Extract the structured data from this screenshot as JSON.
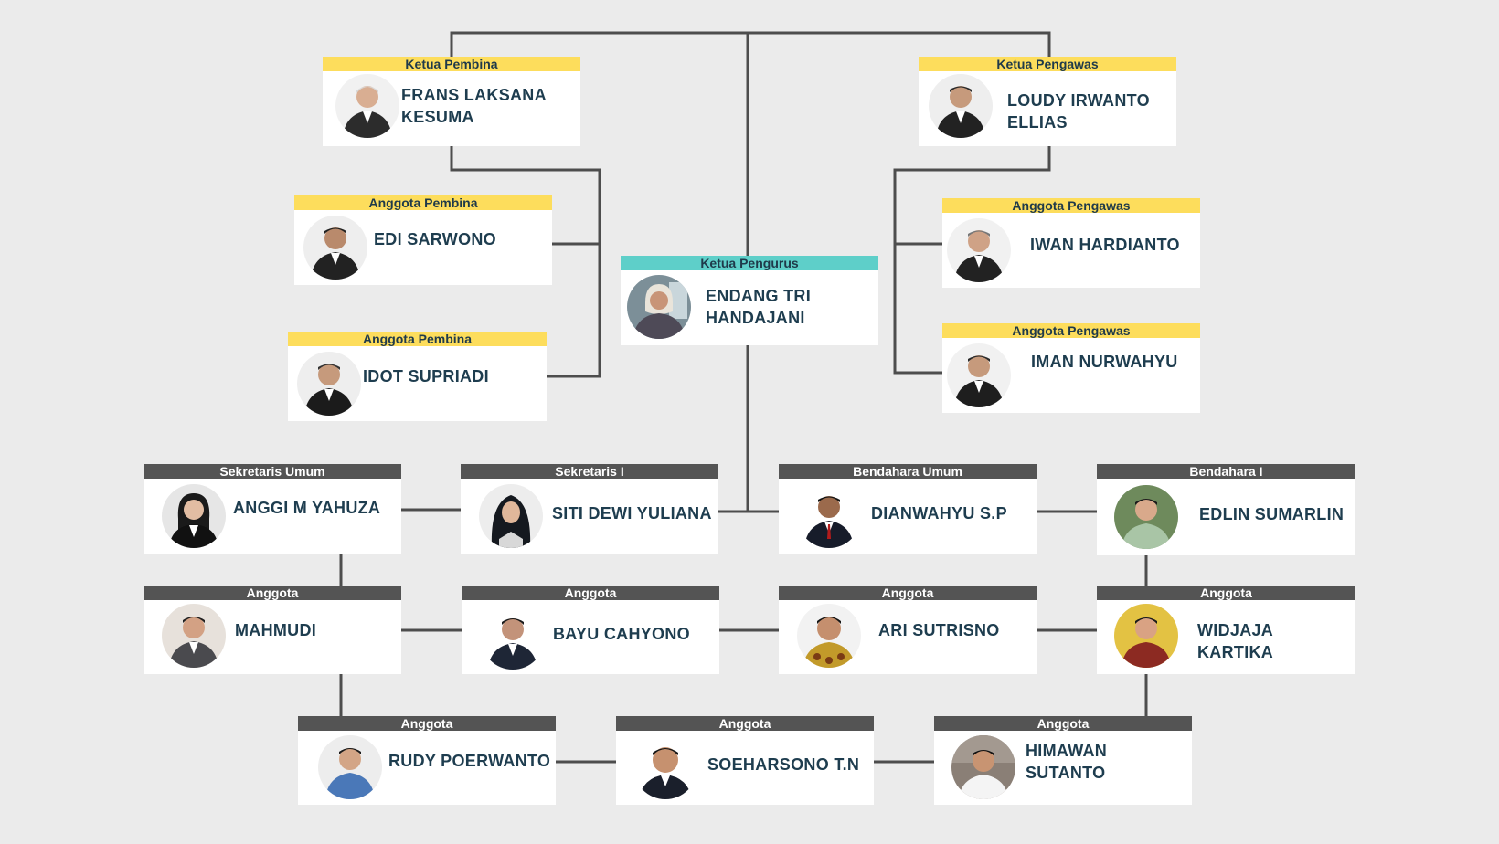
{
  "members": {
    "ketua_pembina": {
      "role": "Ketua Pembina",
      "name": "FRANS LAKSANA KESUMA"
    },
    "anggota_pembina_1": {
      "role": "Anggota Pembina",
      "name": "EDI SARWONO"
    },
    "anggota_pembina_2": {
      "role": "Anggota Pembina",
      "name": "IDOT SUPRIADI"
    },
    "ketua_pengurus": {
      "role": "Ketua Pengurus",
      "name": "ENDANG TRI HANDAJANI"
    },
    "ketua_pengawas": {
      "role": "Ketua Pengawas",
      "name": "LOUDY IRWANTO ELLIAS"
    },
    "anggota_pengawas_1": {
      "role": "Anggota Pengawas",
      "name": "IWAN HARDIANTO"
    },
    "anggota_pengawas_2": {
      "role": "Anggota Pengawas",
      "name": "IMAN NURWAHYU"
    },
    "sekretaris_umum": {
      "role": "Sekretaris Umum",
      "name": "ANGGI M YAHUZA"
    },
    "sekretaris_1": {
      "role": "Sekretaris I",
      "name": "SITI DEWI YULIANA"
    },
    "bendahara_umum": {
      "role": "Bendahara Umum",
      "name": "DIANWAHYU S.P"
    },
    "bendahara_1": {
      "role": "Bendahara I",
      "name": "EDLIN SUMARLIN"
    },
    "anggota_1": {
      "role": "Anggota",
      "name": "MAHMUDI"
    },
    "anggota_2": {
      "role": "Anggota",
      "name": "BAYU CAHYONO"
    },
    "anggota_3": {
      "role": "Anggota",
      "name": "ARI SUTRISNO"
    },
    "anggota_4": {
      "role": "Anggota",
      "name": "WIDJAJA KARTIKA"
    },
    "anggota_5": {
      "role": "Anggota",
      "name": "RUDY POERWANTO"
    },
    "anggota_6": {
      "role": "Anggota",
      "name": "SOEHARSONO T.N"
    },
    "anggota_7": {
      "role": "Anggota",
      "name": "HIMAWAN SUTANTO"
    }
  },
  "colors": {
    "background": "#ebebeb",
    "connector": "#4d4d4d",
    "header_yellow": "#fddd5c",
    "header_teal": "#5ecfc9",
    "header_dark": "#545454",
    "name_text": "#1e3d4f"
  }
}
